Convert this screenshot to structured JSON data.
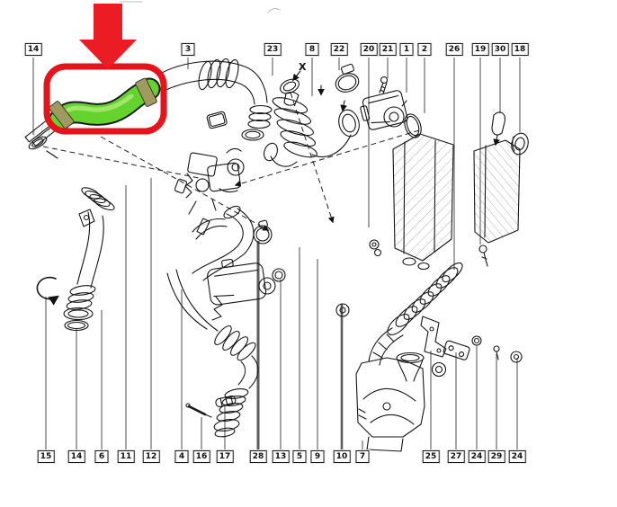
{
  "diagram": {
    "x_marker": "X",
    "labels_top": [
      "14",
      "3",
      "23",
      "8",
      "22",
      "20",
      "21",
      "1",
      "2",
      "26",
      "19",
      "30",
      "18"
    ],
    "labels_bottom": [
      "15",
      "14",
      "6",
      "11",
      "12",
      "4",
      "16",
      "17",
      "28",
      "13",
      "5",
      "9",
      "10",
      "7",
      "25",
      "27",
      "24",
      "29",
      "24"
    ],
    "highlight": {
      "arrow_color": "#ec1c24",
      "box_color": "#e8121b",
      "hose_color": "#64d32e",
      "hose_shine_color": "#a6e96e",
      "hose_clamp_color": "#a09a60"
    }
  }
}
